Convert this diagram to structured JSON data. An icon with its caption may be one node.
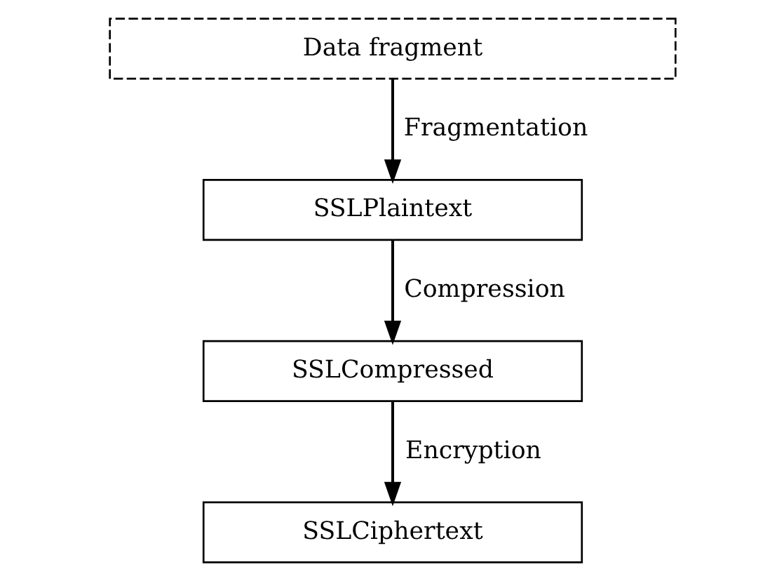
{
  "diagram": {
    "nodes": [
      {
        "text": [
          "Data fragment"
        ]
      },
      {
        "text": [
          "SSLPlaintext"
        ]
      },
      {
        "text": [
          "SSLCompressed"
        ]
      },
      {
        "text": [
          "SSLCiphertext"
        ]
      }
    ],
    "edges": [
      {
        "from": 0,
        "to": 1,
        "arrow": "to",
        "label": "Fragmentation"
      },
      {
        "from": 1,
        "to": 2,
        "arrow": "to",
        "label": "Compression"
      },
      {
        "from": 2,
        "to": 3,
        "arrow": "to",
        "label": "Encryption"
      }
    ]
  }
}
